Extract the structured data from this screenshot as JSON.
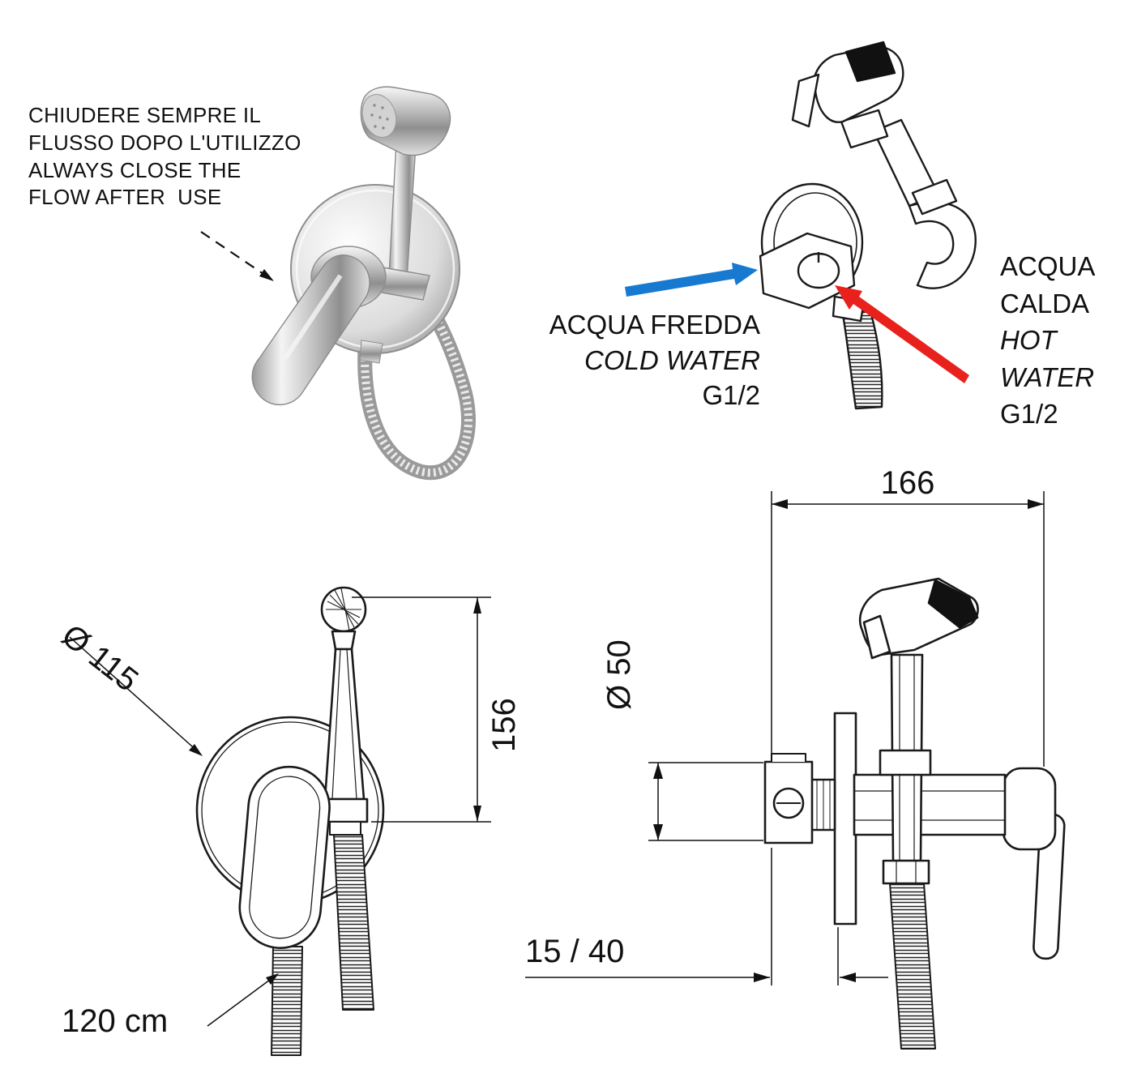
{
  "notes": {
    "usage_warning": "CHIUDERE SEMPRE IL\nFLUSSO DOPO L'UTILIZZO\nALWAYS CLOSE THE\nFLOW AFTER  USE"
  },
  "labels": {
    "cold": {
      "lines": [
        "ACQUA FREDDA",
        "COLD WATER",
        "G1/2"
      ]
    },
    "hot": {
      "lines": [
        "ACQUA",
        "CALDA",
        "HOT",
        "WATER",
        "G1/2"
      ]
    }
  },
  "dimensions": {
    "width": "166",
    "height": "156",
    "plate_diameter": "Ø 115",
    "body_diameter": "Ø 50",
    "hose_length": "120 cm",
    "wall_distance": "15 / 40"
  },
  "colors": {
    "cold_arrow": "#1779d0",
    "hot_arrow": "#e8211d",
    "line": "#1a1a1a"
  }
}
